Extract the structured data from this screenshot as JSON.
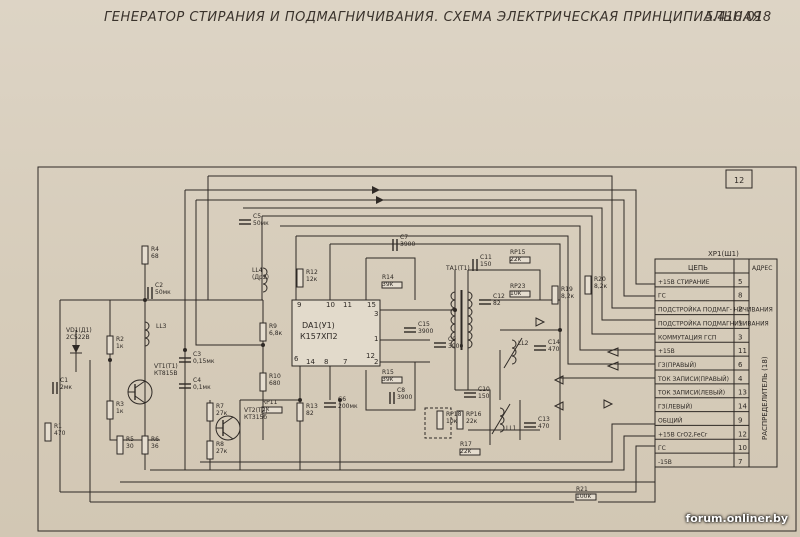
{
  "header": {
    "title": "ГЕНЕРАТОР СТИРАНИЯ И ПОДМАГНИЧИВАНИЯ. СХЕМА ЭЛЕКТРИЧЕСКАЯ ПРИНЦИПИАЛЬНАЯ",
    "doc_number": "5.410.018"
  },
  "sheet_number": "12",
  "connector": {
    "title": "ХР1(Ш1)",
    "col_circuit": "ЦЕПЬ",
    "col_address": "АДРЕС",
    "vertical_label": "РАСПРЕДЕЛИТЕЛЬ (18)",
    "rows": [
      {
        "name": "+15В СТИРАНИЕ",
        "pin": "5"
      },
      {
        "name": "ГС",
        "pin": "8"
      },
      {
        "name": "ПОДСТРОЙКА ПОДМАГ- НИЧИВАНИЯ",
        "pin": "2"
      },
      {
        "name": "ПОДСТРОЙКА ПОДМАГНИЧИВАНИЯ",
        "pin": "1"
      },
      {
        "name": "КОММУТАЦИЯ ГСП",
        "pin": "3"
      },
      {
        "name": "+15В",
        "pin": "11"
      },
      {
        "name": "ГЗ(ПРАВЫЙ)",
        "pin": "6"
      },
      {
        "name": "ТОК ЗАПИСИ(ПРАВЫЙ)",
        "pin": "4"
      },
      {
        "name": "ТОК ЗАПИСИ(ЛЕВЫЙ)",
        "pin": "13"
      },
      {
        "name": "ГЗ(ЛЕВЫЙ)",
        "pin": "14"
      },
      {
        "name": "ОБЩИЙ",
        "pin": "9"
      },
      {
        "name": "+15В CrO2,FeCr",
        "pin": "12"
      },
      {
        "name": "ГС",
        "pin": "10"
      },
      {
        "name": "-15В",
        "pin": "7"
      }
    ]
  },
  "ic": {
    "designator": "DA1(У1)",
    "part": "К157ХП2",
    "pins": [
      "9",
      "10",
      "11",
      "15",
      "3",
      "1",
      "2",
      "6",
      "14",
      "8",
      "7",
      "12"
    ]
  },
  "components": {
    "R4": {
      "ref": "R4",
      "val": "68"
    },
    "C2": {
      "ref": "C2",
      "val": "50мк"
    },
    "LL3": {
      "ref": "LL3"
    },
    "LL4": {
      "ref": "LL4",
      "val": "(Др2)"
    },
    "R12": {
      "ref": "R12",
      "val": "12к"
    },
    "C5": {
      "ref": "C5",
      "val": "50мк"
    },
    "C7": {
      "ref": "C7",
      "val": "3900"
    },
    "R14": {
      "ref": "R14",
      "val": "39к"
    },
    "C15": {
      "ref": "C15",
      "val": "3900"
    },
    "C9": {
      "ref": "C9",
      "val": "3900"
    },
    "R15": {
      "ref": "R15",
      "val": "39к"
    },
    "C8": {
      "ref": "C8",
      "val": "3900"
    },
    "R9": {
      "ref": "R9",
      "val": "6,8к"
    },
    "R10": {
      "ref": "R10",
      "val": "680"
    },
    "C6": {
      "ref": "C6",
      "val": "200мк"
    },
    "R13": {
      "ref": "R13",
      "val": "82"
    },
    "RP11": {
      "ref": "RP11",
      "val": "1к"
    },
    "VT2": {
      "ref": "VT2(Т2)",
      "val": "КТ315б"
    },
    "R7": {
      "ref": "R7",
      "val": "27к"
    },
    "R8": {
      "ref": "R8",
      "val": "27к"
    },
    "VT1": {
      "ref": "VT1(Т1)",
      "val": "КТ815В"
    },
    "VD1": {
      "ref": "VD1(Д1)",
      "val": "2С522В"
    },
    "C1": {
      "ref": "C1",
      "val": "2мк"
    },
    "R1": {
      "ref": "R1",
      "val": "470"
    },
    "R2": {
      "ref": "R2",
      "val": "1к"
    },
    "R3": {
      "ref": "R3",
      "val": "1к"
    },
    "R5": {
      "ref": "R5",
      "val": "30"
    },
    "R6": {
      "ref": "R6",
      "val": "36"
    },
    "C3": {
      "ref": "C3",
      "val": "0,15мк"
    },
    "C4": {
      "ref": "C4",
      "val": "0,1мк"
    },
    "TA1": {
      "ref": "ТА1(Т1)"
    },
    "C11": {
      "ref": "C11",
      "val": "150"
    },
    "RP16": {
      "ref": "RP16",
      "val": "22к"
    },
    "RP18": {
      "ref": "RP18",
      "val": "10к"
    },
    "R17": {
      "ref": "R17",
      "val": "22к"
    },
    "RP15": {
      "ref": "RP15",
      "val": "22к"
    },
    "RP23": {
      "ref": "RP23",
      "val": "10к"
    },
    "C12": {
      "ref": "C12",
      "val": "82"
    },
    "R19": {
      "ref": "R19",
      "val": "8,2к"
    },
    "R20": {
      "ref": "R20",
      "val": "8,2к"
    },
    "LL2": {
      "ref": "LL2"
    },
    "C14": {
      "ref": "C14",
      "val": "470"
    },
    "LL1": {
      "ref": "LL1"
    },
    "C13": {
      "ref": "C13",
      "val": "470"
    },
    "C10": {
      "ref": "C10",
      "val": "150"
    },
    "R21": {
      "ref": "R21",
      "val": "100к"
    }
  },
  "watermark": "forum.onliner.by"
}
